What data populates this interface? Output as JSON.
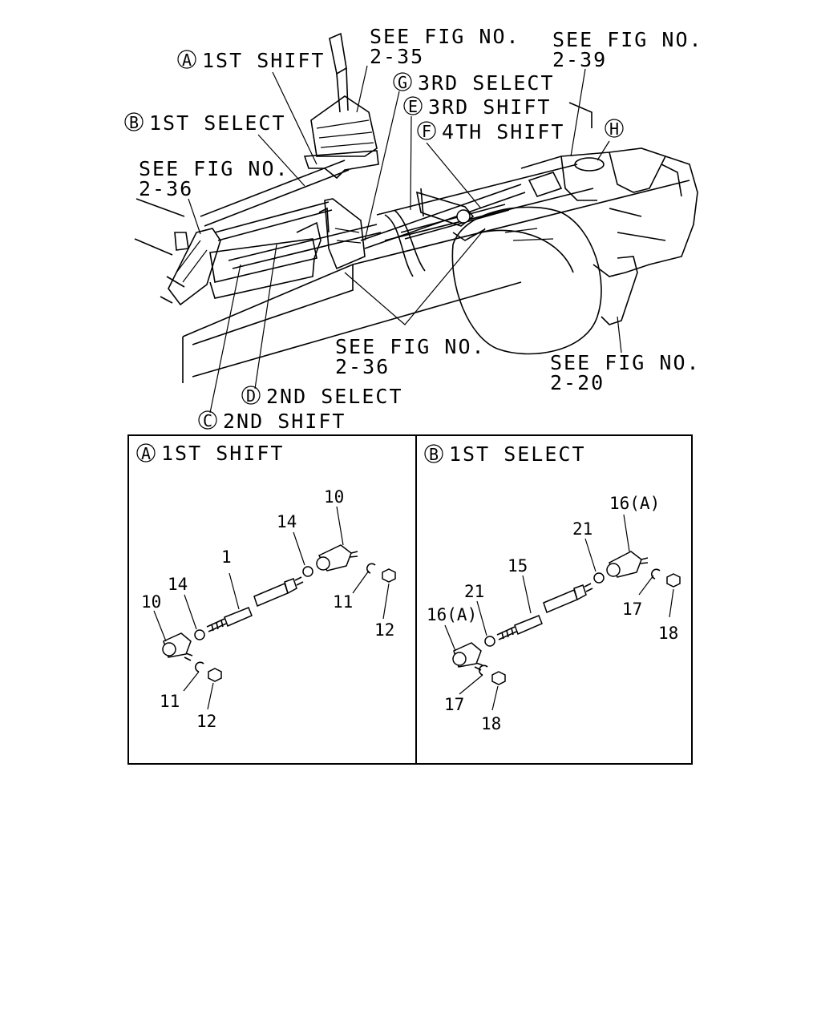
{
  "overview": {
    "callouts": {
      "a": {
        "letter": "A",
        "text": "1ST SHIFT"
      },
      "b": {
        "letter": "B",
        "text": "1ST SELECT"
      },
      "c": {
        "letter": "C",
        "text": "2ND SHIFT"
      },
      "d": {
        "letter": "D",
        "text": "2ND SELECT"
      },
      "e": {
        "letter": "E",
        "text": "3RD SHIFT"
      },
      "f": {
        "letter": "F",
        "text": "4TH SHIFT"
      },
      "g": {
        "letter": "G",
        "text": "3RD SELECT"
      },
      "h": {
        "letter": "H"
      }
    },
    "refs": {
      "fig_2_35": {
        "line1": "SEE FIG NO.",
        "line2": "2-35"
      },
      "fig_2_39": {
        "line1": "SEE FIG NO.",
        "line2": "2-39"
      },
      "fig_2_36_left": {
        "line1": "SEE FIG NO.",
        "line2": "2-36"
      },
      "fig_2_36_center": {
        "line1": "SEE FIG NO.",
        "line2": "2-36"
      },
      "fig_2_20": {
        "line1": "SEE FIG NO.",
        "line2": "2-20"
      }
    }
  },
  "panels": {
    "a": {
      "letter": "A",
      "title": "1ST SHIFT",
      "parts": {
        "rod": "1",
        "end_right": "10",
        "end_left": "10",
        "nut_right": "14",
        "nut_left": "14",
        "clip_right": "11",
        "clip_left": "11",
        "locknut_right": "12",
        "locknut_left": "12"
      }
    },
    "b": {
      "letter": "B",
      "title": "1ST SELECT",
      "parts": {
        "rod": "15",
        "end_right": "16(A)",
        "end_left": "16(A)",
        "nut_right": "21",
        "nut_left": "21",
        "clip_right": "17",
        "clip_left": "17",
        "locknut_right": "18",
        "locknut_left": "18"
      }
    }
  }
}
